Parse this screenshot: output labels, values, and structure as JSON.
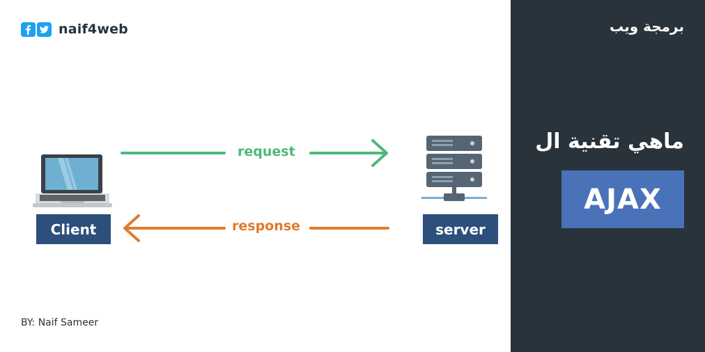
{
  "brand": {
    "name": "naif4web",
    "icons": [
      "facebook-icon",
      "twitter-icon"
    ]
  },
  "byline": "BY: Naif Sameer",
  "diagram": {
    "client_label": "Client",
    "server_label": "server",
    "request_label": "request",
    "response_label": "response"
  },
  "panel": {
    "title": "برمجة ويب",
    "question": "ماهي تقنية ال",
    "highlight": "AJAX"
  },
  "colors": {
    "panel_bg": "#29333b",
    "node_box": "#2c4f7c",
    "highlight_box": "#4a72b8",
    "request": "#4cb87a",
    "response": "#e07a2e"
  }
}
